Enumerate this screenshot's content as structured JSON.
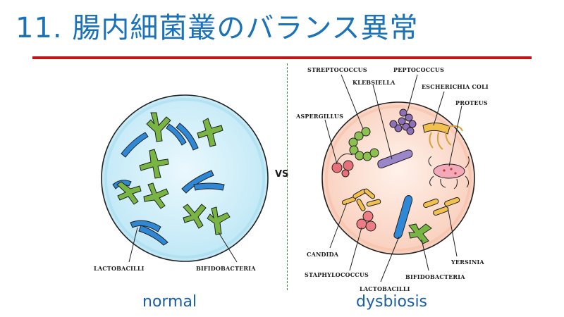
{
  "title": "11. 腸内細菌叢のバランス異常",
  "colors": {
    "title": "#1a72b8",
    "rule": "#c0141b",
    "caption": "#1a5fa6",
    "normal_bg": "#c9ecf8",
    "dysbiosis_bg": "#fbd8c8"
  },
  "vs_label": "VS",
  "normal": {
    "caption": "normal",
    "labels": {
      "lactobacilli": "LACTOBACILLI",
      "bifidobacteria": "BIFIDOBACTERIA"
    }
  },
  "dysbiosis": {
    "caption": "dysbiosis",
    "labels": {
      "streptococcus": "STREPTOCOCCUS",
      "peptococcus": "PEPTOCOCCUS",
      "klebsiella": "KLEBSIELLA",
      "escherichia_coli": "ESCHERICHIA COLI",
      "aspergillus": "ASPERGILLUS",
      "proteus": "PROTEUS",
      "candida": "CANDIDA",
      "yersinia": "YERSINIA",
      "staphylococcus": "STAPHYLOCOCCUS",
      "bifidobacteria": "BIFIDOBACTERIA",
      "lactobacilli": "LACTOBACILLI"
    }
  }
}
